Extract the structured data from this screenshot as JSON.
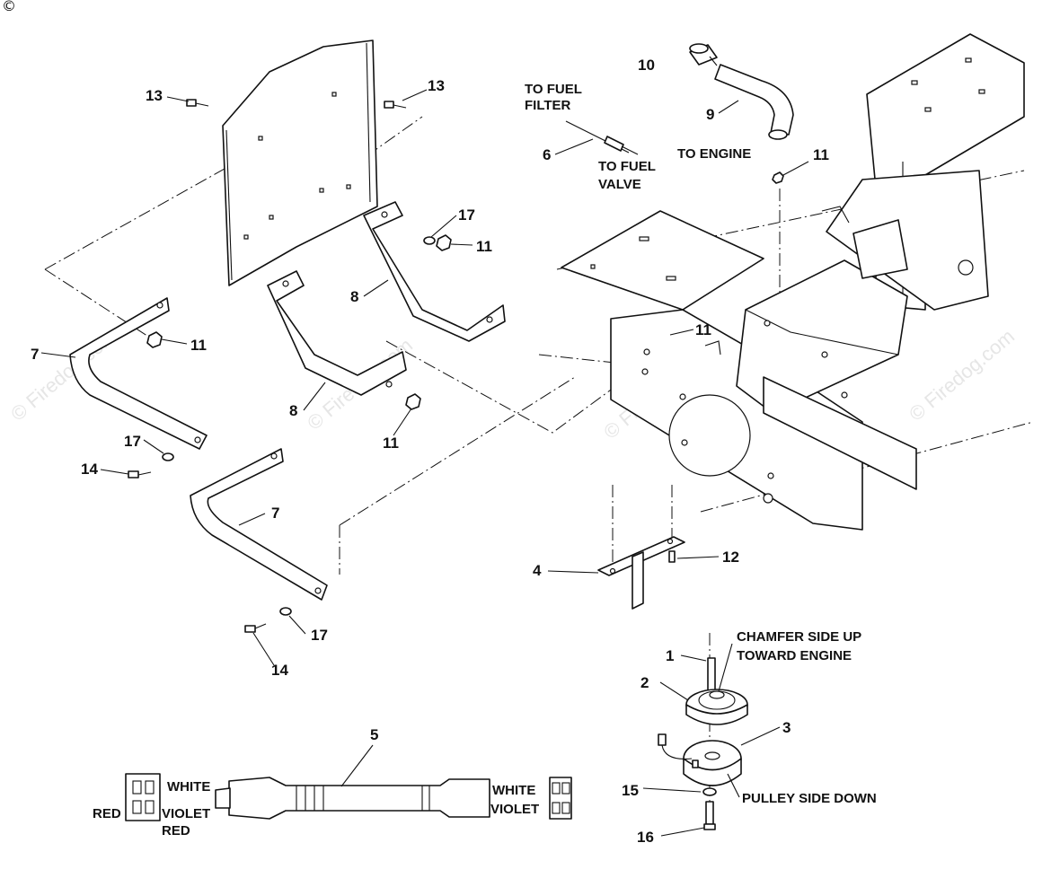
{
  "copyright_symbol": "©",
  "watermark": "© Firedog.com",
  "callouts": {
    "p1": "1",
    "p2": "2",
    "p3": "3",
    "p4": "4",
    "p5": "5",
    "p6": "6",
    "p7a": "7",
    "p7b": "7",
    "p8a": "8",
    "p8b": "8",
    "p9": "9",
    "p10": "10",
    "p11a": "11",
    "p11b": "11",
    "p11c": "11",
    "p11d": "11",
    "p11e": "11",
    "p12": "12",
    "p13a": "13",
    "p13b": "13",
    "p14a": "14",
    "p14b": "14",
    "p15": "15",
    "p16": "16",
    "p17a": "17",
    "p17b": "17",
    "p17c": "17"
  },
  "notes": {
    "to_fuel_filter_1": "TO FUEL",
    "to_fuel_filter_2": "FILTER",
    "to_fuel_valve_1": "TO FUEL",
    "to_fuel_valve_2": "VALVE",
    "to_engine": "TO ENGINE",
    "chamfer_1": "CHAMFER SIDE UP",
    "chamfer_2": "TOWARD ENGINE",
    "pulley_side": "PULLEY SIDE DOWN"
  },
  "harness": {
    "left_white": "WHITE",
    "left_violet": "VIOLET",
    "left_red_outer": "RED",
    "left_red_under": "RED",
    "right_white": "WHITE",
    "right_violet": "VIOLET"
  }
}
